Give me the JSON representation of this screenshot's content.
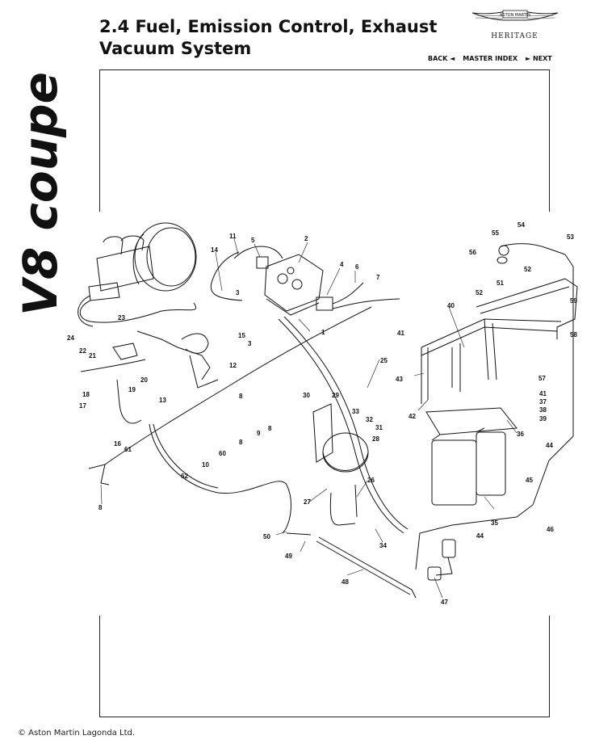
{
  "page": {
    "title_line1": "2.4 Fuel, Emission Control, Exhaust",
    "title_line2": "Vacuum System",
    "brand_logo_text": "ASTON MARTIN",
    "heritage": "HERITAGE",
    "side_text": "V8 coupe",
    "copyright": "© Aston Martin Lagonda Ltd."
  },
  "nav": {
    "back": "BACK ◄",
    "master_index": "MASTER INDEX",
    "next": "► NEXT"
  },
  "diagram": {
    "callouts": [
      {
        "id": "c1",
        "text": "1"
      },
      {
        "id": "c2",
        "text": "2"
      },
      {
        "id": "c3a",
        "text": "3"
      },
      {
        "id": "c3b",
        "text": "3"
      },
      {
        "id": "c4",
        "text": "4"
      },
      {
        "id": "c5",
        "text": "5"
      },
      {
        "id": "c6",
        "text": "6"
      },
      {
        "id": "c7",
        "text": "7"
      },
      {
        "id": "c8a",
        "text": "8"
      },
      {
        "id": "c8b",
        "text": "8"
      },
      {
        "id": "c8c",
        "text": "8"
      },
      {
        "id": "c8d",
        "text": "8"
      },
      {
        "id": "c9",
        "text": "9"
      },
      {
        "id": "c10",
        "text": "10"
      },
      {
        "id": "c11",
        "text": "11"
      },
      {
        "id": "c12",
        "text": "12"
      },
      {
        "id": "c13",
        "text": "13"
      },
      {
        "id": "c14",
        "text": "14"
      },
      {
        "id": "c15",
        "text": "15"
      },
      {
        "id": "c16",
        "text": "16"
      },
      {
        "id": "c17",
        "text": "17"
      },
      {
        "id": "c18",
        "text": "18"
      },
      {
        "id": "c19",
        "text": "19"
      },
      {
        "id": "c20",
        "text": "20"
      },
      {
        "id": "c21",
        "text": "21"
      },
      {
        "id": "c22",
        "text": "22"
      },
      {
        "id": "c23",
        "text": "23"
      },
      {
        "id": "c24",
        "text": "24"
      },
      {
        "id": "c25",
        "text": "25"
      },
      {
        "id": "c26",
        "text": "26"
      },
      {
        "id": "c27",
        "text": "27"
      },
      {
        "id": "c28",
        "text": "28"
      },
      {
        "id": "c29",
        "text": "29"
      },
      {
        "id": "c30",
        "text": "30"
      },
      {
        "id": "c31",
        "text": "31"
      },
      {
        "id": "c32",
        "text": "32"
      },
      {
        "id": "c33",
        "text": "33"
      },
      {
        "id": "c34",
        "text": "34"
      },
      {
        "id": "c35",
        "text": "35"
      },
      {
        "id": "c36",
        "text": "36"
      },
      {
        "id": "c37",
        "text": "37"
      },
      {
        "id": "c38",
        "text": "38"
      },
      {
        "id": "c39",
        "text": "39"
      },
      {
        "id": "c40",
        "text": "40"
      },
      {
        "id": "c41a",
        "text": "41"
      },
      {
        "id": "c41b",
        "text": "41"
      },
      {
        "id": "c42",
        "text": "42"
      },
      {
        "id": "c43",
        "text": "43"
      },
      {
        "id": "c44a",
        "text": "44"
      },
      {
        "id": "c44b",
        "text": "44"
      },
      {
        "id": "c45",
        "text": "45"
      },
      {
        "id": "c46",
        "text": "46"
      },
      {
        "id": "c47",
        "text": "47"
      },
      {
        "id": "c48",
        "text": "48"
      },
      {
        "id": "c49",
        "text": "49"
      },
      {
        "id": "c50",
        "text": "50"
      },
      {
        "id": "c51",
        "text": "51"
      },
      {
        "id": "c52a",
        "text": "52"
      },
      {
        "id": "c52b",
        "text": "52"
      },
      {
        "id": "c53",
        "text": "53"
      },
      {
        "id": "c54",
        "text": "54"
      },
      {
        "id": "c55",
        "text": "55"
      },
      {
        "id": "c56",
        "text": "56"
      },
      {
        "id": "c57",
        "text": "57"
      },
      {
        "id": "c58",
        "text": "58"
      },
      {
        "id": "c59",
        "text": "59"
      },
      {
        "id": "c60",
        "text": "60"
      },
      {
        "id": "c61",
        "text": "61"
      },
      {
        "id": "c62",
        "text": "62"
      }
    ]
  }
}
